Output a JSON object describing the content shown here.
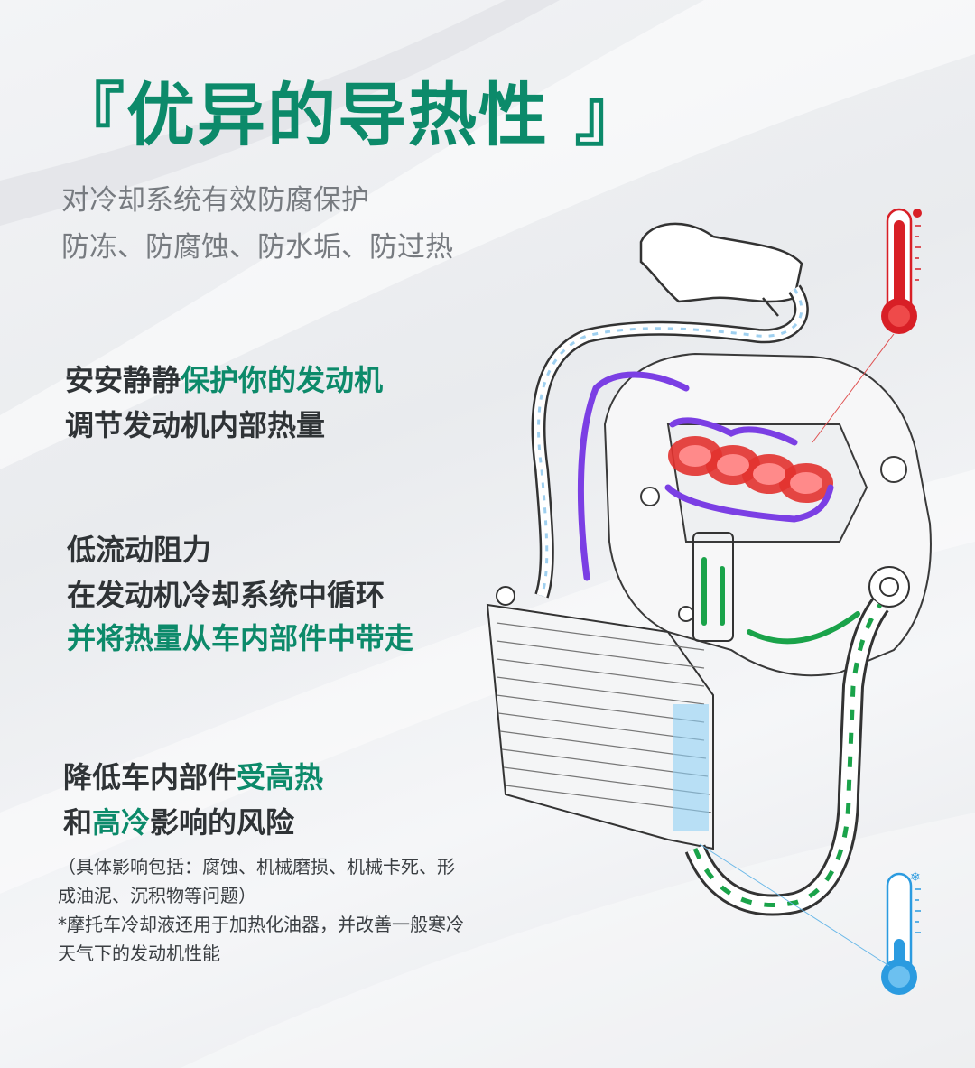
{
  "title": "『优异的导热性 』",
  "subtitle": {
    "line1": "对冷却系统有效防腐保护",
    "line2": "防冻、防腐蚀、防水垢、防过热"
  },
  "section1": {
    "line1_a": "安安静静",
    "line1_b": "保护你的发动机",
    "line2": "调节发动机内部热量"
  },
  "section2": {
    "line1": "低流动阻力",
    "line2": "在发动机冷却系统中循环",
    "line3": "并将热量从车内部件中带走"
  },
  "section3": {
    "line1_a": "降低车内部件",
    "line1_b": "受高热",
    "line2_a": "和",
    "line2_b": "高冷",
    "line2_c": "影响的风险"
  },
  "notes": {
    "line1": "（具体影响包括：腐蚀、机械磨损、机械卡死、形",
    "line2": "成油泥、沉积物等问题）",
    "line3": "*摩托车冷却液还用于加热化油器，并改善一般寒冷",
    "line4": "天气下的发动机性能"
  },
  "colors": {
    "accent": "#0c8a6a",
    "hot": "#d81f26",
    "cold": "#2b9be0",
    "flow_hot": "#7b3fe4",
    "flow_cold": "#1aa34a"
  },
  "icons": {
    "hot": "thermometer-hot-icon",
    "cold": "thermometer-cold-icon",
    "sun": "sun-icon",
    "snow": "snowflake-icon"
  }
}
